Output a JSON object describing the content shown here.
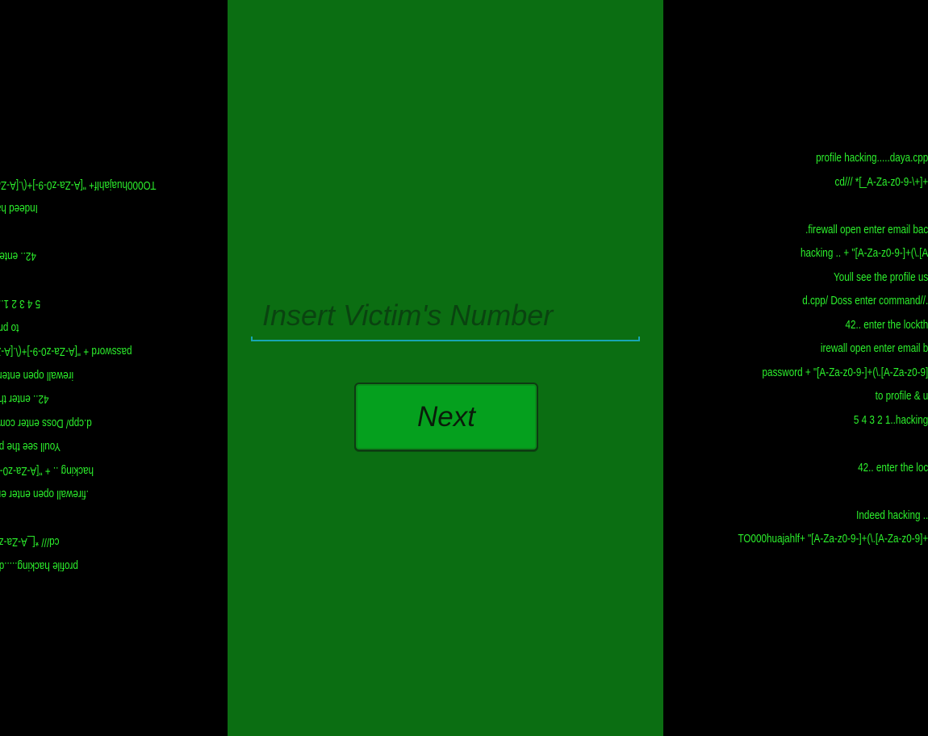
{
  "input": {
    "placeholder": "Insert Victim's Number",
    "value": ""
  },
  "next_button": {
    "label": "Next"
  },
  "right_panel_lines": [
    "profile hacking.....daya.cpp",
    "cd/// *[_A-Za-z0-9-\\+]+",
    "",
    ".firewall open enter email bac",
    "hacking .. + \"[A-Za-z0-9-]+(\\.[A",
    "Youll see the profile us",
    "d.cpp/ Doss enter command//.",
    "42.. enter the lockth",
    "irewall open enter email b",
    "password + \"[A-Za-z0-9-]+(\\.[A-Za-z0-9]",
    "to profile & u",
    "5 4 3 2 1..hacking",
    "",
    "42.. enter the loc",
    "",
    "Indeed hacking ..",
    "TO000huajahlf+ \"[A-Za-z0-9-]+(\\.[A-Za-z0-9]+"
  ],
  "colors": {
    "background": "#000000",
    "center_panel": "#0b6e12",
    "code_text": "#2cf02c",
    "button": "#05a01e",
    "underline": "#18a6b3"
  }
}
